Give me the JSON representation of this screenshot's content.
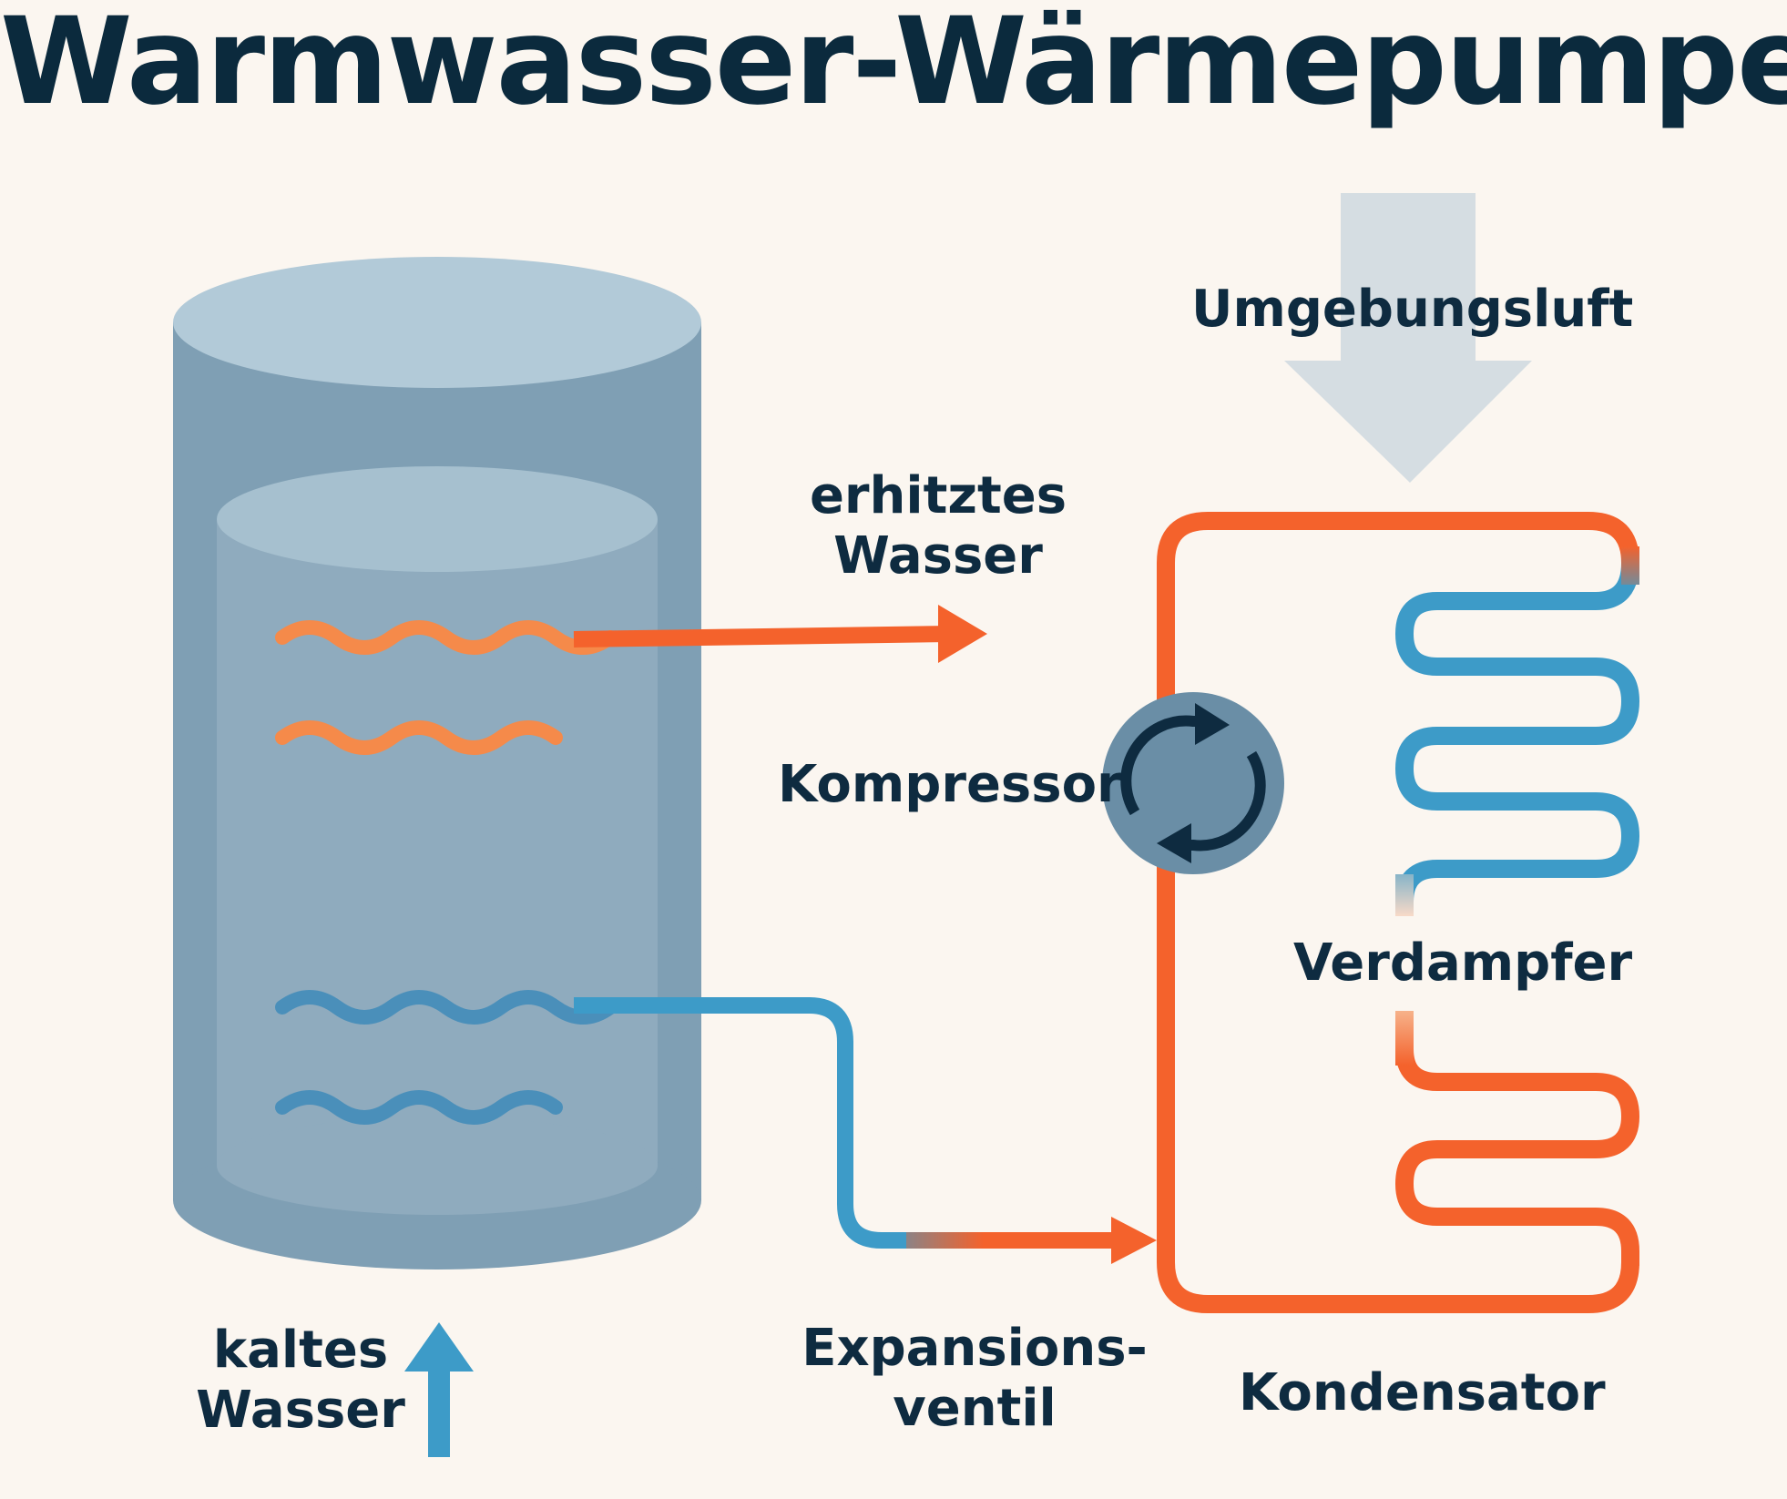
{
  "title": "Warmwasser-Wärmepumpe",
  "labels": {
    "ambient_air": "Umgebungsluft",
    "heated_water_line1": "erhitztes",
    "heated_water_line2": "Wasser",
    "compressor": "Kompressor",
    "evaporator": "Verdampfer",
    "expansion_valve_line1": "Expansions-",
    "expansion_valve_line2": "ventil",
    "condenser": "Kondensator",
    "cold_water_line1": "kaltes",
    "cold_water_line2": "Wasser"
  },
  "colors": {
    "background": "#fbf6f0",
    "text": "#0e2b40",
    "hot_pipe": "#f4622c",
    "cold_pipe": "#3d9bc8",
    "tank": "#86a8bd",
    "air_arrow": "#d5dde2",
    "compressor": "#6a8ea6"
  },
  "icons": {
    "compressor_symbol": "circular-arrows-icon",
    "air_flow": "arrow-down-icon",
    "cold_water_in": "arrow-up-icon",
    "heated_water_out": "arrow-right-icon"
  }
}
